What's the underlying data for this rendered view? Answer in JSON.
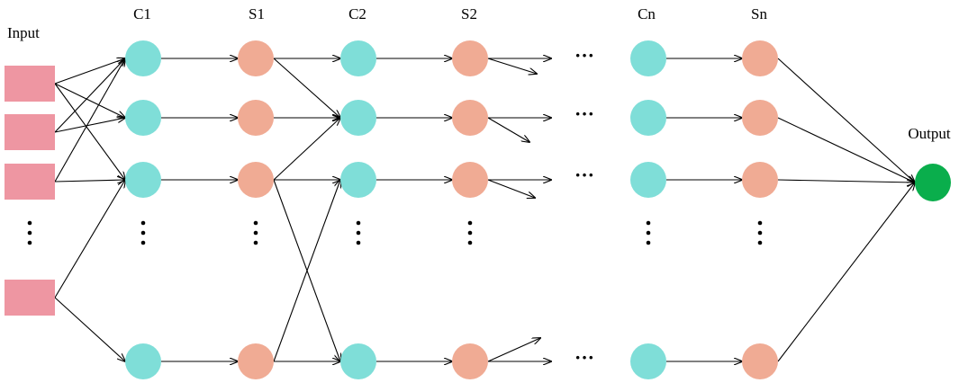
{
  "labels": {
    "input": "Input",
    "c1": "C1",
    "s1": "S1",
    "c2": "C2",
    "s2": "S2",
    "cn": "Cn",
    "sn": "Sn",
    "output": "Output"
  },
  "ellipsis": "···",
  "colors": {
    "input_box": "#ee96a2",
    "c_node": "#7fded8",
    "s_node": "#f0ab94",
    "output_node": "#0aae4c",
    "edge": "#000000"
  }
}
